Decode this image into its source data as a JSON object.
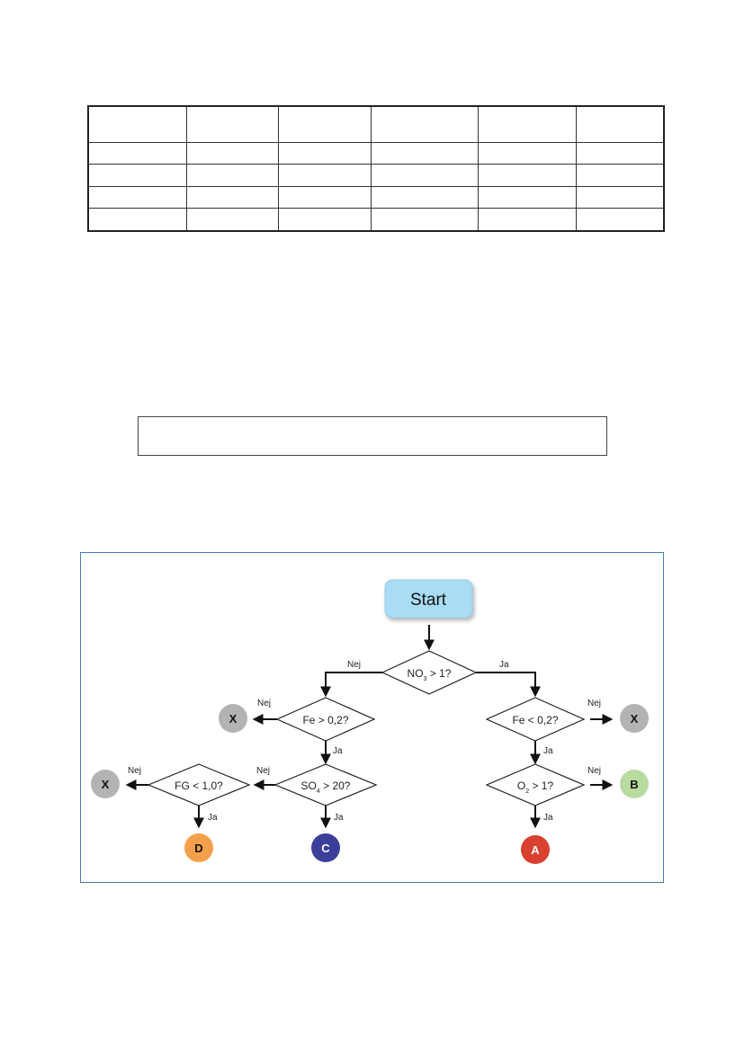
{
  "table": {
    "columns": 6,
    "rows": 5
  },
  "flowchart": {
    "start_label": "Start",
    "yes_label": "Ja",
    "no_label": "Nej",
    "conditions": {
      "no3": {
        "prefix": "NO",
        "sub": "3",
        "suffix": " > 1?"
      },
      "fe_gt": {
        "text": "Fe > 0,2?"
      },
      "fe_lt": {
        "text": "Fe < 0,2?"
      },
      "so4": {
        "prefix": "SO",
        "sub": "4",
        "suffix": " > 20?"
      },
      "fg": {
        "text": "FG < 1,0?"
      },
      "o2": {
        "prefix": "O",
        "sub": "2",
        "suffix": " > 1?"
      }
    },
    "outcomes": {
      "x_left_top": "X",
      "x_left_bottom": "X",
      "x_right_top": "X",
      "a": "A",
      "b": "B",
      "c": "C",
      "d": "D"
    },
    "colors": {
      "start_fill": "#a9dcf5",
      "x_fill": "#b3b3b3",
      "a_fill": "#d9402f",
      "b_fill": "#b8dca0",
      "c_fill": "#3b3f99",
      "d_fill": "#f4a04a",
      "frame": "#4f79b8"
    }
  }
}
